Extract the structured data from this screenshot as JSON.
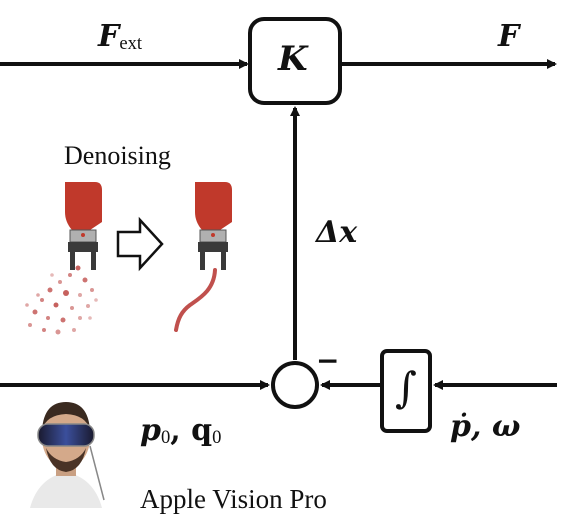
{
  "labels": {
    "f_ext_main": "F",
    "f_ext_sub": "ext",
    "f_out": "F",
    "k_block": "K",
    "delta_x": "Δx",
    "denoising": "Denoising",
    "p0_q0_main": "p",
    "p0_sub": "0",
    "p0_q0_sep": ", q",
    "q0_sub": "0",
    "p_omega": "ṗ, ω",
    "integral": "∫",
    "minus_sign": "−",
    "device_caption": "Apple Vision Pro"
  },
  "colors": {
    "line": "#111111",
    "robot_red": "#c0392b",
    "robot_dark": "#3a3a3a",
    "noise": "#c0504d"
  },
  "icons": {
    "robot_noisy": "robot-gripper-icon",
    "robot_clean": "robot-gripper-icon",
    "hollow_arrow": "hollow-right-arrow-icon",
    "headset_person": "vision-pro-person-icon"
  }
}
